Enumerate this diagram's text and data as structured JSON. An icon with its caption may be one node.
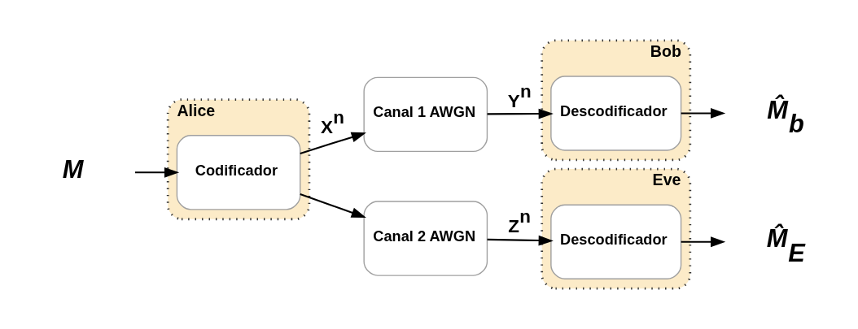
{
  "diagram": {
    "nodes": [
      {
        "text": [
          "Alice"
        ]
      },
      {
        "text": [
          "Codificador"
        ],
        "in": 0
      },
      {
        "text": [
          "Canal 1 AWGN"
        ]
      },
      {
        "text": [
          "Bob"
        ]
      },
      {
        "text": [
          "Descodificador"
        ],
        "in": 3
      },
      {
        "text": [
          "Canal 2 AWGN"
        ]
      },
      {
        "text": [
          "Eve"
        ]
      },
      {
        "text": [
          "Descodificador"
        ],
        "in": 6
      },
      {
        "text": [
          "M"
        ]
      },
      {
        "text": [
          "M̂$_{b}$"
        ]
      },
      {
        "text": [
          "M̂$_{E}$"
        ]
      }
    ],
    "edges": [
      {
        "from": 8,
        "to": 1,
        "arrow": "to"
      },
      {
        "from": 1,
        "to": 2,
        "arrow": "to",
        "label": "X$^{n}$"
      },
      {
        "from": 1,
        "to": 5,
        "arrow": "to"
      },
      {
        "from": 2,
        "to": 4,
        "arrow": "to",
        "label": "Y$^{n}$"
      },
      {
        "from": 5,
        "to": 7,
        "arrow": "to",
        "label": "Z$^{n}$"
      },
      {
        "from": 4,
        "to": 9,
        "arrow": "to"
      },
      {
        "from": 7,
        "to": 10,
        "arrow": "to"
      }
    ]
  }
}
